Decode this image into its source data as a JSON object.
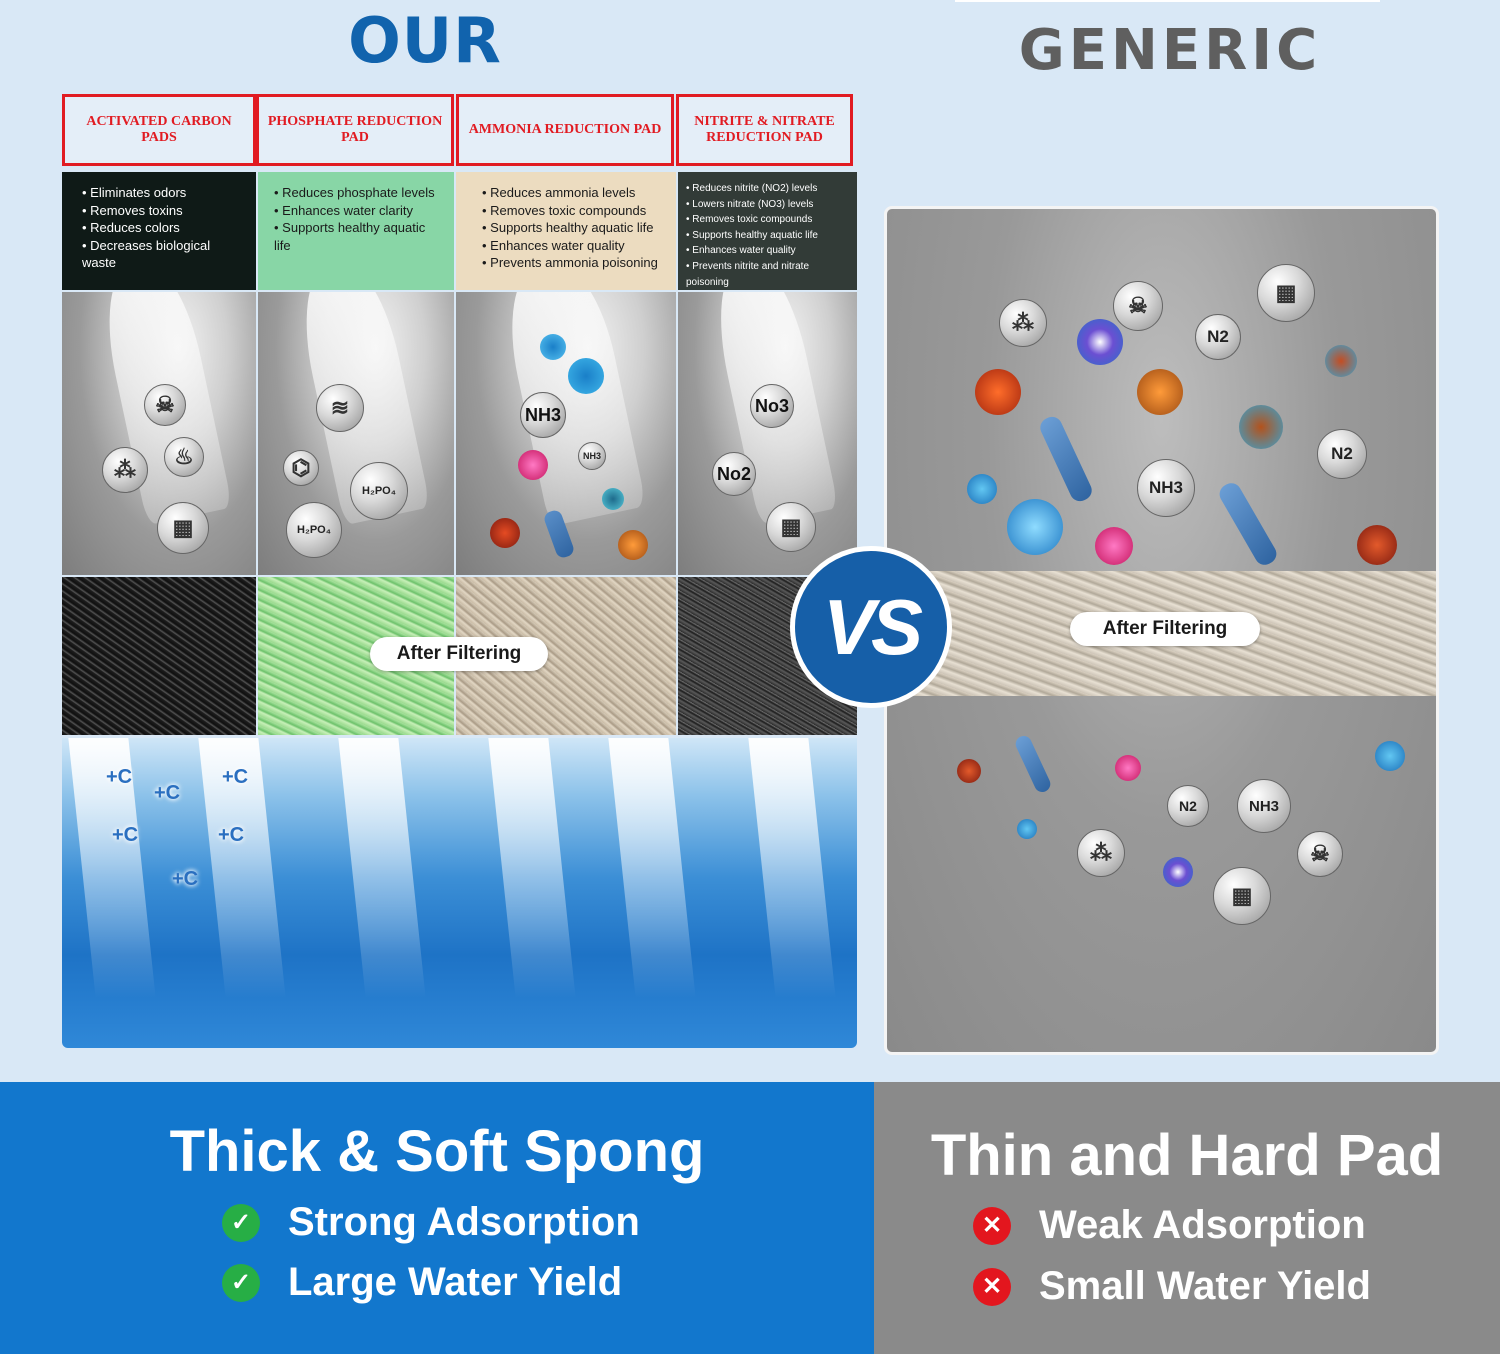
{
  "left_title": "OUR",
  "right_title": "GENERIC",
  "columns": [
    {
      "header": "ACTIVATED CARBON PADS",
      "bullets": [
        "Eliminates odors",
        "Removes toxins",
        "Reduces colors",
        "Decreases biological waste"
      ],
      "desc_bg": "#0f1a17",
      "desc_color": "#ffffff"
    },
    {
      "header": "PHOSPHATE REDUCTION PAD",
      "bullets": [
        "Reduces phosphate levels",
        "Enhances water clarity",
        "Supports healthy aquatic life"
      ],
      "desc_bg": "#88d6a6",
      "desc_color": "#1a1a1a"
    },
    {
      "header": "AMMONIA REDUCTION PAD",
      "bullets": [
        "Reduces ammonia levels",
        "Removes toxic compounds",
        "Supports healthy aquatic life",
        "Enhances water quality",
        "Prevents ammonia poisoning"
      ],
      "desc_bg": "#ecdcc0",
      "desc_color": "#1a1a1a"
    },
    {
      "header": "NITRITE & NITRATE REDUCTION PAD",
      "bullets": [
        "Reduces nitrite (NO2) levels",
        "Lowers nitrate (NO3) levels",
        "Removes toxic compounds",
        "Supports healthy aquatic life",
        "Enhances water quality",
        "Prevents nitrite and nitrate poisoning"
      ],
      "desc_bg": "#323b37",
      "desc_color": "#ffffff"
    }
  ],
  "molecules": {
    "phosphate_1": "H₂PO₄",
    "phosphate_2": "H₂PO₄",
    "ammonia_big": "NH3",
    "ammonia_small": "NH3",
    "nitrate": "No3",
    "nitrite": "No2",
    "gen_n2_a": "N2",
    "gen_n2_b": "N2",
    "gen_nh3_a": "NH3",
    "gen_n2_c": "N2",
    "gen_nh3_b": "NH3"
  },
  "carbon_label": "+C",
  "after_filtering": "After Filtering",
  "vs_label": "VS",
  "left_bottom": {
    "title": "Thick & Soft Spong",
    "features": [
      "Strong Adsorption",
      "Large Water Yield"
    ]
  },
  "right_bottom": {
    "title": "Thin and Hard Pad",
    "features": [
      "Weak Adsorption",
      "Small Water Yield"
    ]
  },
  "icons": {
    "positive": "check-icon",
    "negative": "cross-icon"
  },
  "colors": {
    "brand_blue": "#1277cd",
    "title_blue": "#1163ad",
    "header_red": "#e11b22",
    "check_green": "#27ae45",
    "cross_red": "#e3161e",
    "gray_panel": "#8a8a8a"
  }
}
